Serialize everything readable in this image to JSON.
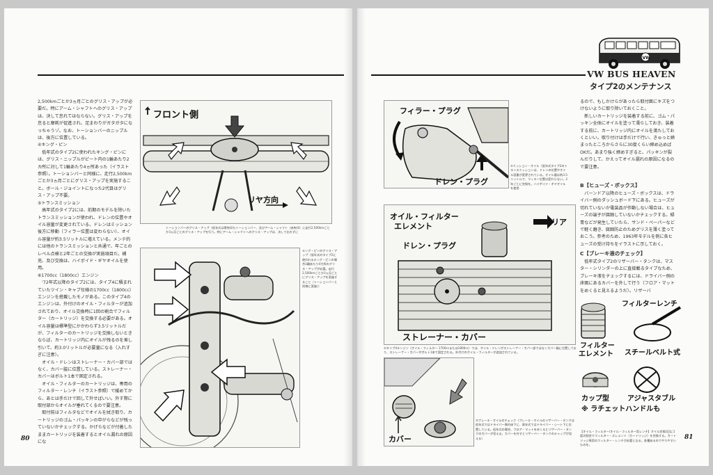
{
  "left_page": {
    "page_number": "80",
    "body_text": "2,500kmごとか3ヵ月ごとのグリス・アップが必要だ。特にアーム・シャフトへのグリス・アップは、決して怠れてはならない。グリス・アップを怠ると摩耗が促進され、足まわりがガタガタになっちゃうゾ。なお、トーションバーのニップルは、後方に位置している。\n④キング・ピン\n　低年式のタイプ2に使われたキング・ピンには、グリス・ニップルがピート内の1輪あたり2カ所に対して1輪あたり4ヵ所あった（イラスト参照）。トーションバーと同様に、走行2,500kmごとか3ヵ月ごとにグリス・アップを実施すること。ボール・ジョイントになった2代目はグリス・アップ不要。\n⑤トランスミッション\n　高年式のタイプ2には、前期のモデルを除いたトランスミッションが使われ、ドレンの位置やオイル容量が変更されている。ドレンはミッション後方に移動（フィラー位置は変わらない）、オイル容量が約3.5リットルに増えている。メンテ的には他のトランスミッションと共通で、年ごとのレベル点検と2年ごとの交換が実施項目だ。補充、及び交換は、ハイポイド・ギヤオイルを使用。\n⑥1700cc（1800cc）エンジン\n　'72年式以降のタイプ2には、タイプ4に積まれていたツイン・キャブ仕様の1700cc（1800cc）エンジンを搭載したモノがある。このタイプ4のエンジンは、外付けのオイル・フィルターが追加されており、オイル交換時に1回の割合でフィルター（カートリッジ）を交換する必要がある。オイル容量は標準型にかかわらず3.5リットルだが、フィルターのカートリッジを交換しないときならば、カートリッジ内にオイルが残るのを差し引いて、約3.0リットルが必要量になる（入れすぎに注意）。\n　オイル・ドレンはストレーナー・カバー部ではなく、カバー脇に位置している。ストレーナー・カバーはボルト1本で固定される。\n　オイル・フィルターのカートリッジは、専用のフィルター・レンチ（イラスト参照）で緩めてから、あとは手だけで回して外せばいい。外す際に取付部からオイルが垂れてくるので要注意。\n　取付前はフィルタなどでオイルを拭き取り、カートリッジのゴム・パッキンの中がらなどが残っていないかチェックする。かげらなどが付着したままカートリッジを装着するとオイル漏れの原因にな",
    "fig_front": {
      "label_front": "フロント側",
      "label_rear": "リヤ方向",
      "caption": "トーションバーのグリス・アップ（低年式は黒矢印もトーションバー、及びアーム・シャフト（赤矢印）に走行2,500kmごとか3ヵ月ごとのグリス・アップを行う。特にアーム・シャフトへのグリス・アップは、決して忘れずに"
    },
    "fig_kingpin": {
      "side_caption": "キング・ピンのグリス・アップ（低年式のタイプ2に使われるキング・ピンの場合1輪あたり4カ所のグリス・アップが必要。走行2,500kmごとか3ヵ月ごとにグリス・アップを実施すること（トーションバーと同様に実施））"
    }
  },
  "right_page": {
    "page_number": "81",
    "brand_title": "VW BUS HEAVEN",
    "subtitle": "タイプ2のメンテナンス",
    "body_text": "るので、もしかけらがあったら取付面にキズをつけないように取り除いておくこと。\n　新しいカートリッジを装着する前に、ゴム・パッキン全体にオイルを塗って濡らしておき、装着する前に、カートリッジ内にオイルを満たしておくといい。取り付けは手だけで行い、きゅっと締まったところからさらに30度くらい締め込めばOKだ。あまり強く締めすぎると、パッキンが裂んだりして、かえってオイル漏れの原因になるので要注意。",
    "section_b_title": "B【ヒューズ・ボックス】",
    "section_b_text": "　バーンドア以降のヒューズ・ボックスは、ドライバー側のダッシュボード下にある。ヒューズが切れていないか電装品が作動しない場合は、ヒューズの端子が腐蝕していないかチェックする。緑青などが発生していたら、サンド・ペーパーなどで軽く磨き、腐蝕防止のためグリスを薄く塗っておこう。参考のため、1963年モデルを例に各ヒューズの受け持ちをイラストに示しておく。",
    "section_c_title": "C【ブレーキ液のチェック】",
    "section_c_text": "　低年式タイプ2のリザーバー・タンクは、マスター・シリンダーの上に直接載るタイプなため、ブレーキ液をチェックするには、ドライバー側の床面にあるカバーを外して行う（フロア・マットをめくると見えるようだ）。リザーバ",
    "fig_trans": {
      "label_filler": "フィラー・プラグ",
      "label_drain": "ドレン・プラグ",
      "caption": "②ミッション・オイル（低年式タイプ2のトランスミッションは、ドレンの位置やオイル容量が変更されている。オイル量は約3.5リットルで、フィラー位置は変わらない。2年ごとに交換を。ハイポイド・ギヤオイルを使用"
    },
    "fig_engine": {
      "label_filter_element": "オイル・フィルター\nエレメント",
      "label_rear": "リア",
      "label_drain": "ドレン・プラグ",
      "label_strainer": "ストレーナー・カバー",
      "caption": "②タイプ4エンジン（オイル・フィルター 1700ccまたは1800cc）では、オイル・ドレンがストレーナー・カバー部ではなくカバー脇に位置しており、ストレーナー・カバーがボルト1本で固定される。外付けのオイル・フィルターが追加されている。"
    },
    "fig_tools": {
      "label_filter_wrench": "フィルターレンチ",
      "label_filter_element": "フィルター\nエレメント",
      "label_steel_belt": "スチールベルト式",
      "label_cup": "カップ型",
      "label_adjustable": "アジャスタブル",
      "label_ratchet": "※ ラチェットハンドルも",
      "caption": "【オイル・フィルター/オイル・フィルター用レンチ】オイル交換1回に1度の割合でフィルター・エレメント（カートリッジ）を交換する。カートリッジ専用のフィルター・レンチが必要となる。各種あるのでやりやすいものを。"
    },
    "fig_brake": {
      "label_cover": "カバー",
      "caption": "③ブレーキ・オイルのチェック（ブレーキ・オイルのリザーバー・タンクは低年式ではドライバー側の床下に、高年式ではドライバー・シート下に位置している。低年式の場合、フロア・マットをめくるとリザーバー・タンクのカバーが見える。カバーを外すとリザーバー・タンクのキャップが見える）"
    }
  }
}
